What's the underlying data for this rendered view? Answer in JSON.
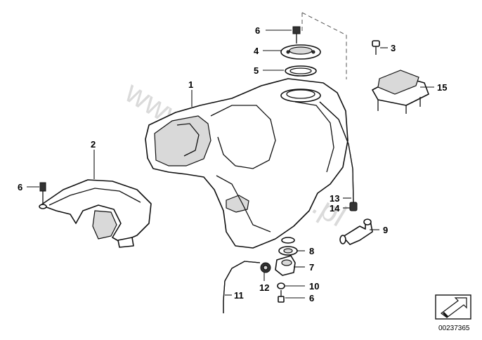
{
  "watermark": "www.BMWstore.pl",
  "diagram_number": "00237365",
  "callouts": {
    "c1": "1",
    "c2": "2",
    "c3": "3",
    "c4": "4",
    "c5": "5",
    "c6a": "6",
    "c6b": "6",
    "c6c": "6",
    "c7": "7",
    "c8": "8",
    "c9": "9",
    "c10": "10",
    "c11": "11",
    "c12": "12",
    "c13": "13",
    "c14": "14",
    "c15": "15"
  },
  "colors": {
    "line": "#111111",
    "watermark": "#bdbdbd",
    "background": "#ffffff"
  },
  "icons": {
    "corner_badge": "arrow-badge-icon"
  }
}
